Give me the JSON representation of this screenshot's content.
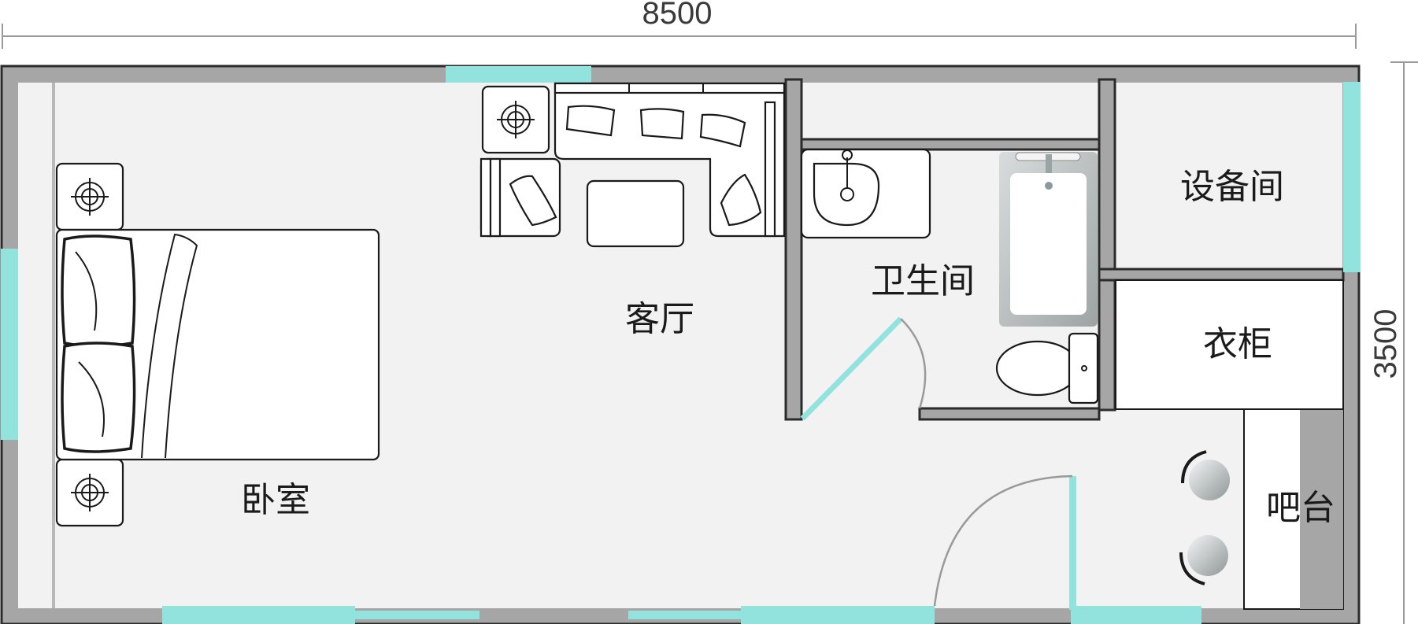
{
  "dimensions": {
    "width_label": "8500",
    "height_label": "3500"
  },
  "rooms": {
    "bedroom": "卧室",
    "living_room": "客厅",
    "bathroom": "卫生间",
    "equipment_room": "设备间",
    "wardrobe": "衣柜",
    "bar_counter": "吧台"
  },
  "colors": {
    "wall": "#a6a6a6",
    "floor": "#f2f2f2",
    "window": "#92e2dd",
    "outline": "#1a1a1a"
  }
}
